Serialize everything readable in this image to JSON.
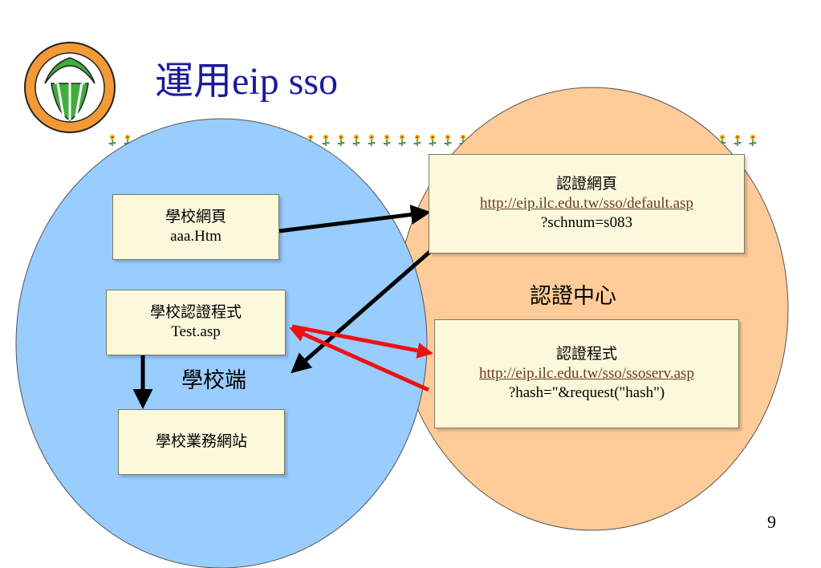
{
  "title": "運用eip sso",
  "page_number": "9",
  "regions": {
    "school_label": "學校端",
    "auth_center_label": "認證中心"
  },
  "boxes": {
    "school_page": {
      "line1": "學校網頁",
      "line2": "aaa.Htm"
    },
    "school_auth": {
      "line1": "學校認證程式",
      "line2": "Test.asp"
    },
    "school_site": {
      "line1": "學校業務網站"
    },
    "auth_page": {
      "line1": "認證網頁",
      "link": "http://eip.ilc.edu.tw/sso/default.asp",
      "line3": "?schnum=s083"
    },
    "auth_prog": {
      "line1": "認證程式",
      "link": "http://eip.ilc.edu.tw/sso/ssoserv.asp",
      "line3": "?hash=\"&request(\"hash\")"
    }
  },
  "colors": {
    "school_circle": "#99ccff",
    "auth_circle": "#ffcc99",
    "box_fill": "#fbf8dc",
    "title": "#1a1a9c",
    "red_arrow": "#ee1111",
    "black_arrow": "#000000"
  }
}
